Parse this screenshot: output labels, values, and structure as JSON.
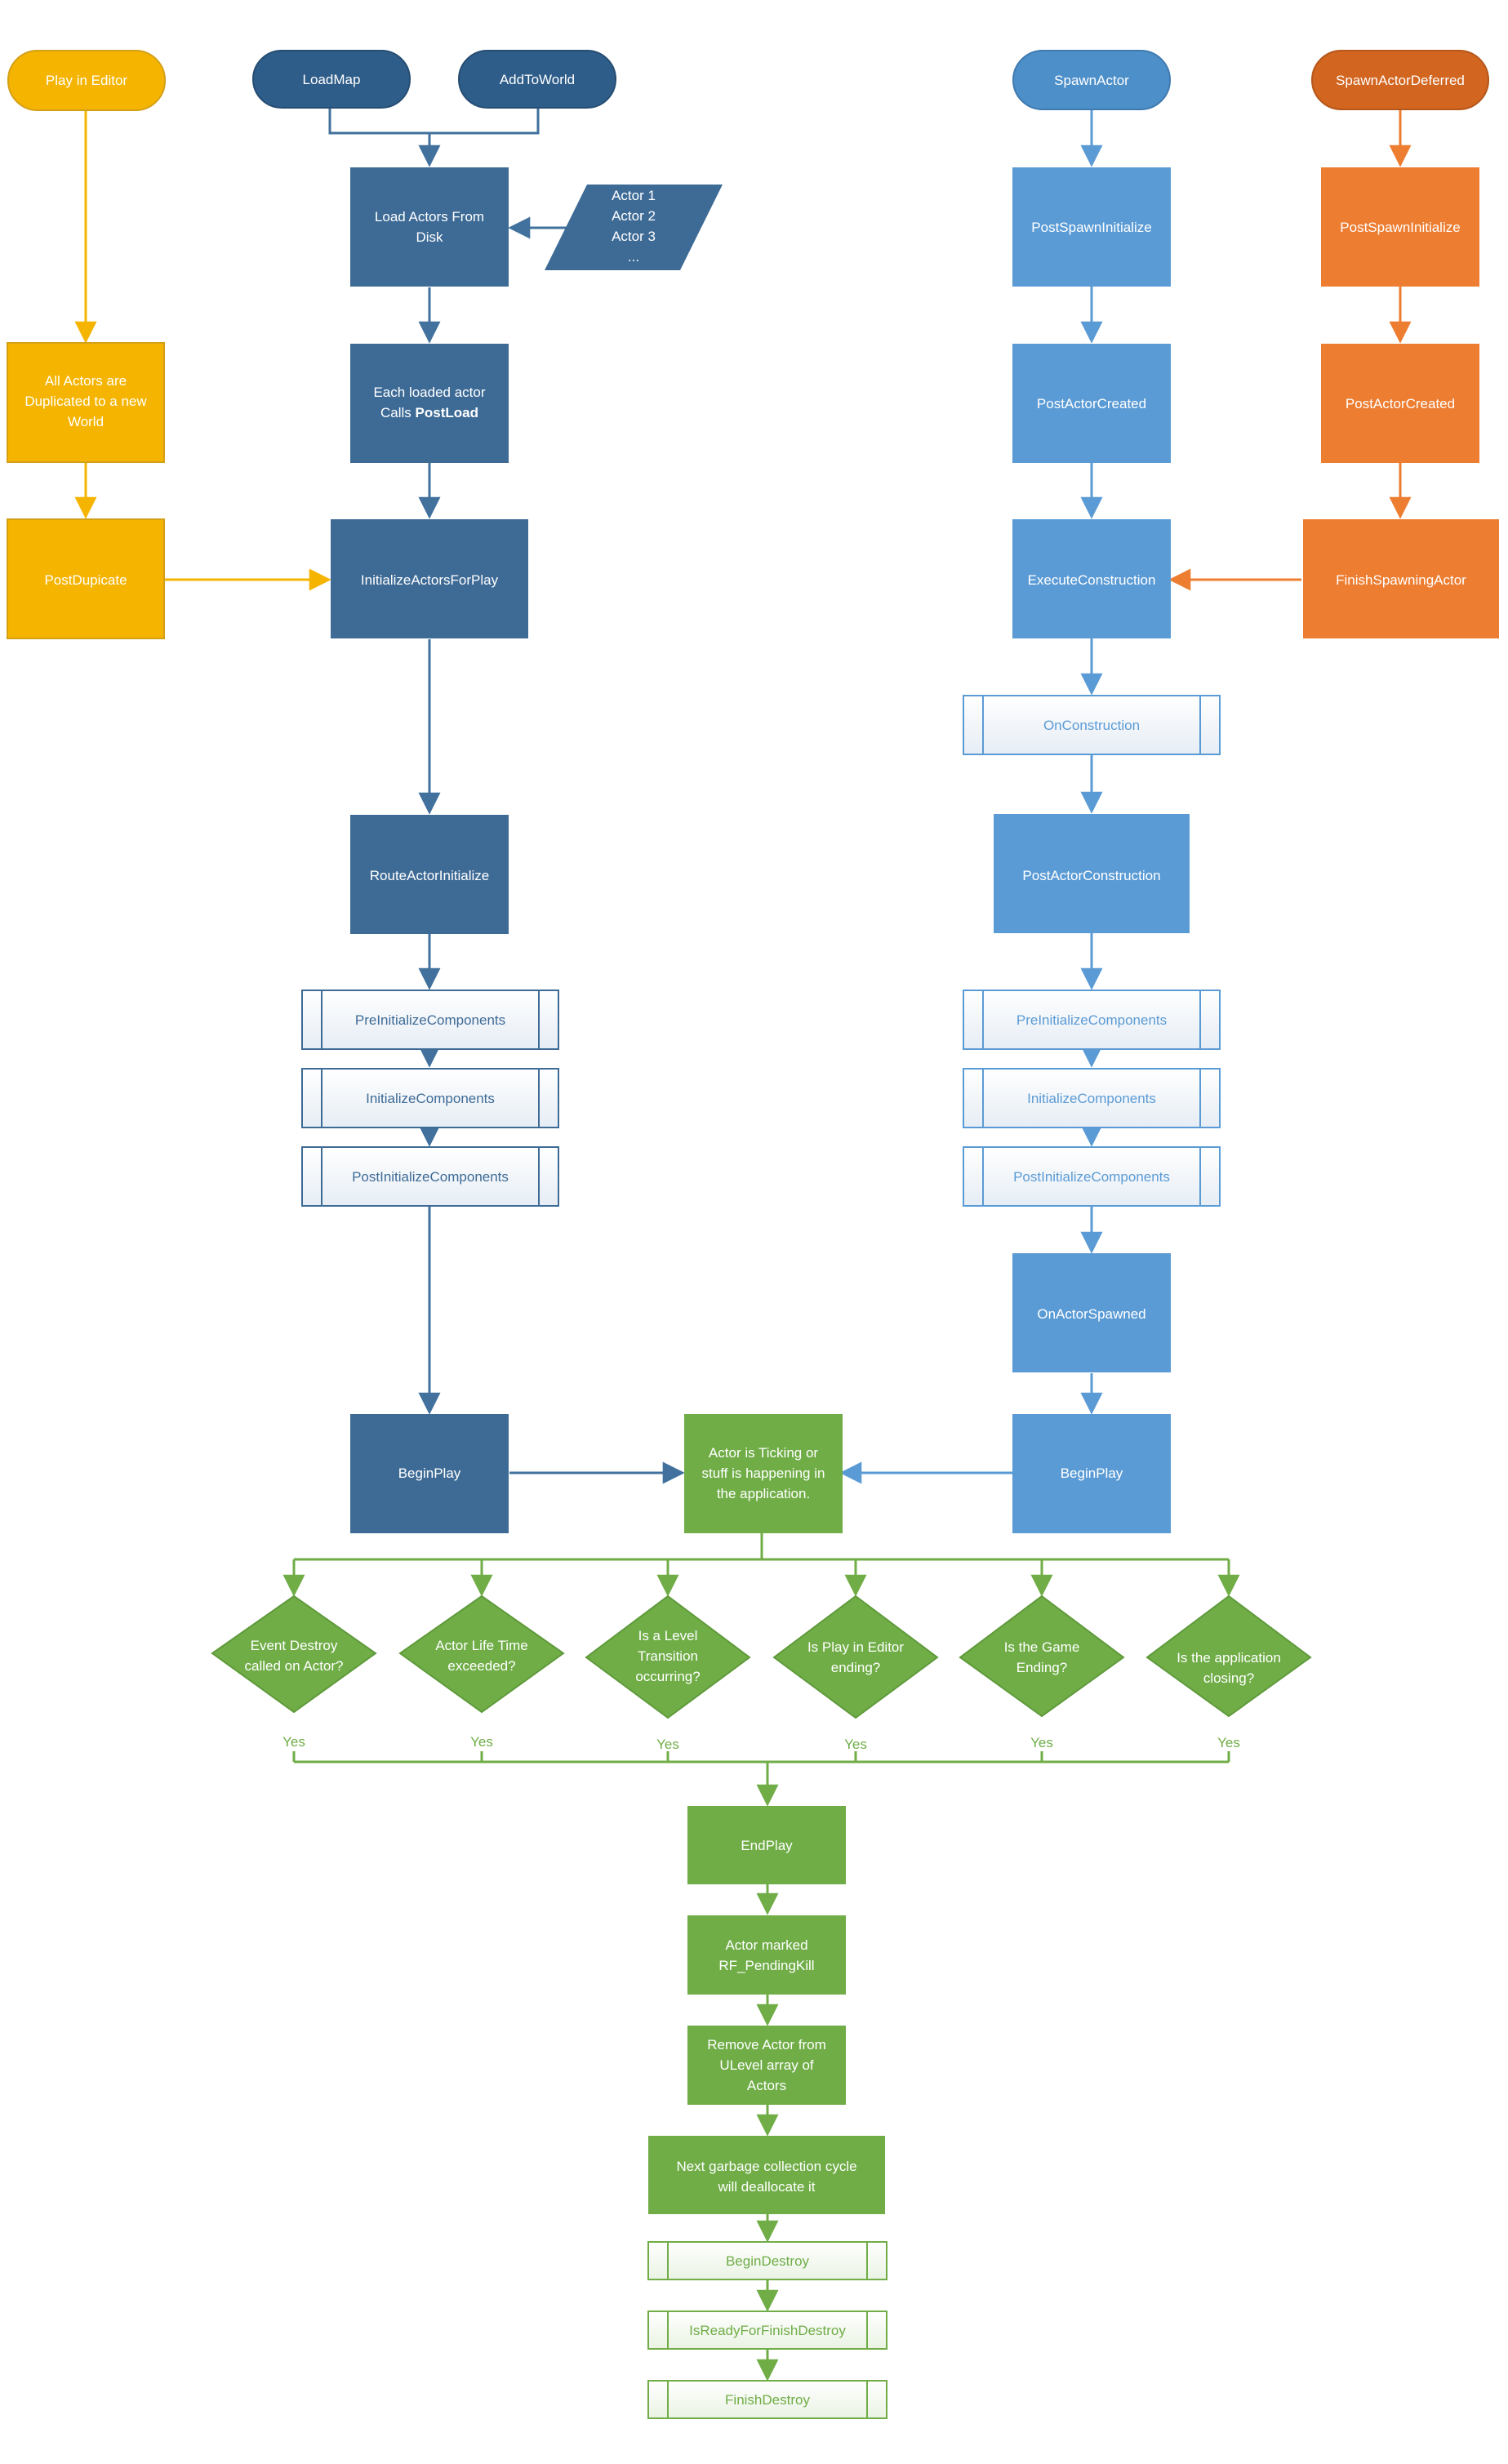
{
  "colors": {
    "yellow": "#f5b400",
    "yellow_border": "#d4a017",
    "dark_blue": "#3e6b96",
    "dark_blue_line": "#41719c",
    "light_blue": "#5b9bd5",
    "light_blue_line": "#5b9bd5",
    "orange": "#ed7d31",
    "orange_dark": "#d2651f",
    "green": "#70ad47",
    "green_line": "#70ad47",
    "sub_fill_top": "#ffffff",
    "sub_fill_bottom": "#e8eef6"
  },
  "starts": {
    "play_in_editor": "Play in Editor",
    "load_map": "LoadMap",
    "add_to_world": "AddToWorld",
    "spawn_actor": "SpawnActor",
    "spawn_actor_deferred": "SpawnActorDeferred"
  },
  "editor_path": {
    "duplicated": [
      "All Actors are",
      "Duplicated to a new",
      "World"
    ],
    "post_duplicate": "PostDupicate"
  },
  "load_path": {
    "load_from_disk": [
      "Load Actors From",
      "Disk"
    ],
    "actor_list": [
      "Actor 1",
      "Actor 2",
      "Actor 3",
      "..."
    ],
    "each_loaded": [
      "Each loaded actor",
      "Calls "
    ],
    "post_load": "PostLoad",
    "init_for_play": "InitializeActorsForPlay",
    "route_init": "RouteActorInitialize",
    "pre_init_components": "PreInitializeComponents",
    "init_components": "InitializeComponents",
    "post_init_components": "PostInitializeComponents",
    "begin_play": "BeginPlay"
  },
  "spawn_path": {
    "post_spawn_init": "PostSpawnInitialize",
    "post_actor_created": "PostActorCreated",
    "execute_construction": "ExecuteConstruction",
    "on_construction": "OnConstruction",
    "post_actor_construction": "PostActorConstruction",
    "pre_init_components": "PreInitializeComponents",
    "init_components": "InitializeComponents",
    "post_init_components": "PostInitializeComponents",
    "on_actor_spawned": "OnActorSpawned",
    "begin_play": "BeginPlay"
  },
  "deferred_path": {
    "post_spawn_init": "PostSpawnInitialize",
    "post_actor_created": "PostActorCreated",
    "finish_spawning": "FinishSpawningActor"
  },
  "ticking": [
    "Actor is Ticking or",
    "stuff is happening in",
    "the application."
  ],
  "decisions": [
    [
      "Event Destroy",
      "called on Actor?"
    ],
    [
      "Actor Life Time",
      "exceeded?"
    ],
    [
      "Is a Level",
      "Transition",
      "occurring?"
    ],
    [
      "Is Play in Editor",
      "ending?"
    ],
    [
      "Is the Game",
      "Ending?"
    ],
    [
      "Is the application",
      "closing?"
    ]
  ],
  "yes_label": "Yes",
  "end_path": {
    "end_play": "EndPlay",
    "pending_kill": [
      "Actor marked",
      "RF_PendingKill"
    ],
    "remove_actor": [
      "Remove Actor from",
      "ULevel array of",
      "Actors"
    ],
    "garbage": [
      "Next garbage collection cycle",
      "will deallocate it"
    ],
    "begin_destroy": "BeginDestroy",
    "is_ready": "IsReadyForFinishDestroy",
    "finish_destroy": "FinishDestroy"
  }
}
